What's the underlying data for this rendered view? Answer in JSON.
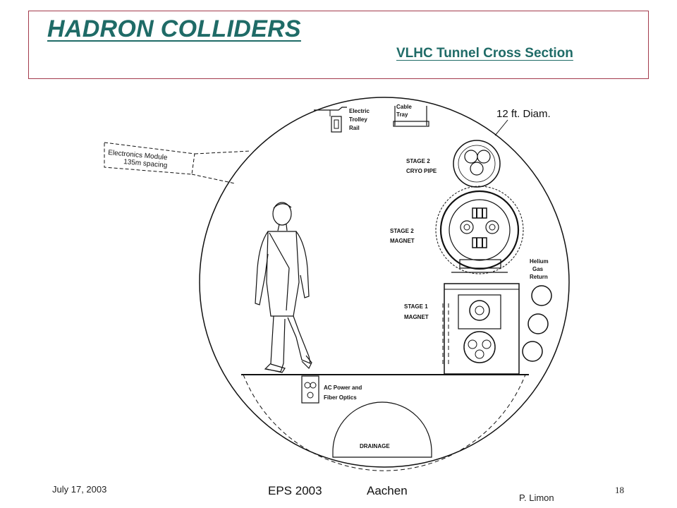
{
  "header": {
    "title": "HADRON COLLIDERS",
    "subtitle": "VLHC Tunnel Cross Section"
  },
  "diagram": {
    "diameter_label": "12 ft. Diam.",
    "electronics_line1": "Electronics Module",
    "electronics_line2": "135m spacing",
    "trolley_line1": "Electric",
    "trolley_line2": "Trolley",
    "trolley_line3": "Rail",
    "cable_line1": "Cable",
    "cable_line2": "Tray",
    "cryo_line1": "STAGE 2",
    "cryo_line2": "CRYO PIPE",
    "stage2_line1": "STAGE 2",
    "stage2_line2": "MAGNET",
    "helium_line1": "Helium",
    "helium_line2": "Gas",
    "helium_line3": "Return",
    "stage1_line1": "STAGE 1",
    "stage1_line2": "MAGNET",
    "ac_line1": "AC Power and",
    "ac_line2": "Fiber Optics",
    "drainage": "DRAINAGE"
  },
  "footer": {
    "date": "July 17, 2003",
    "conference": "EPS 2003",
    "city": "Aachen",
    "author": "P. Limon",
    "page": "18"
  }
}
